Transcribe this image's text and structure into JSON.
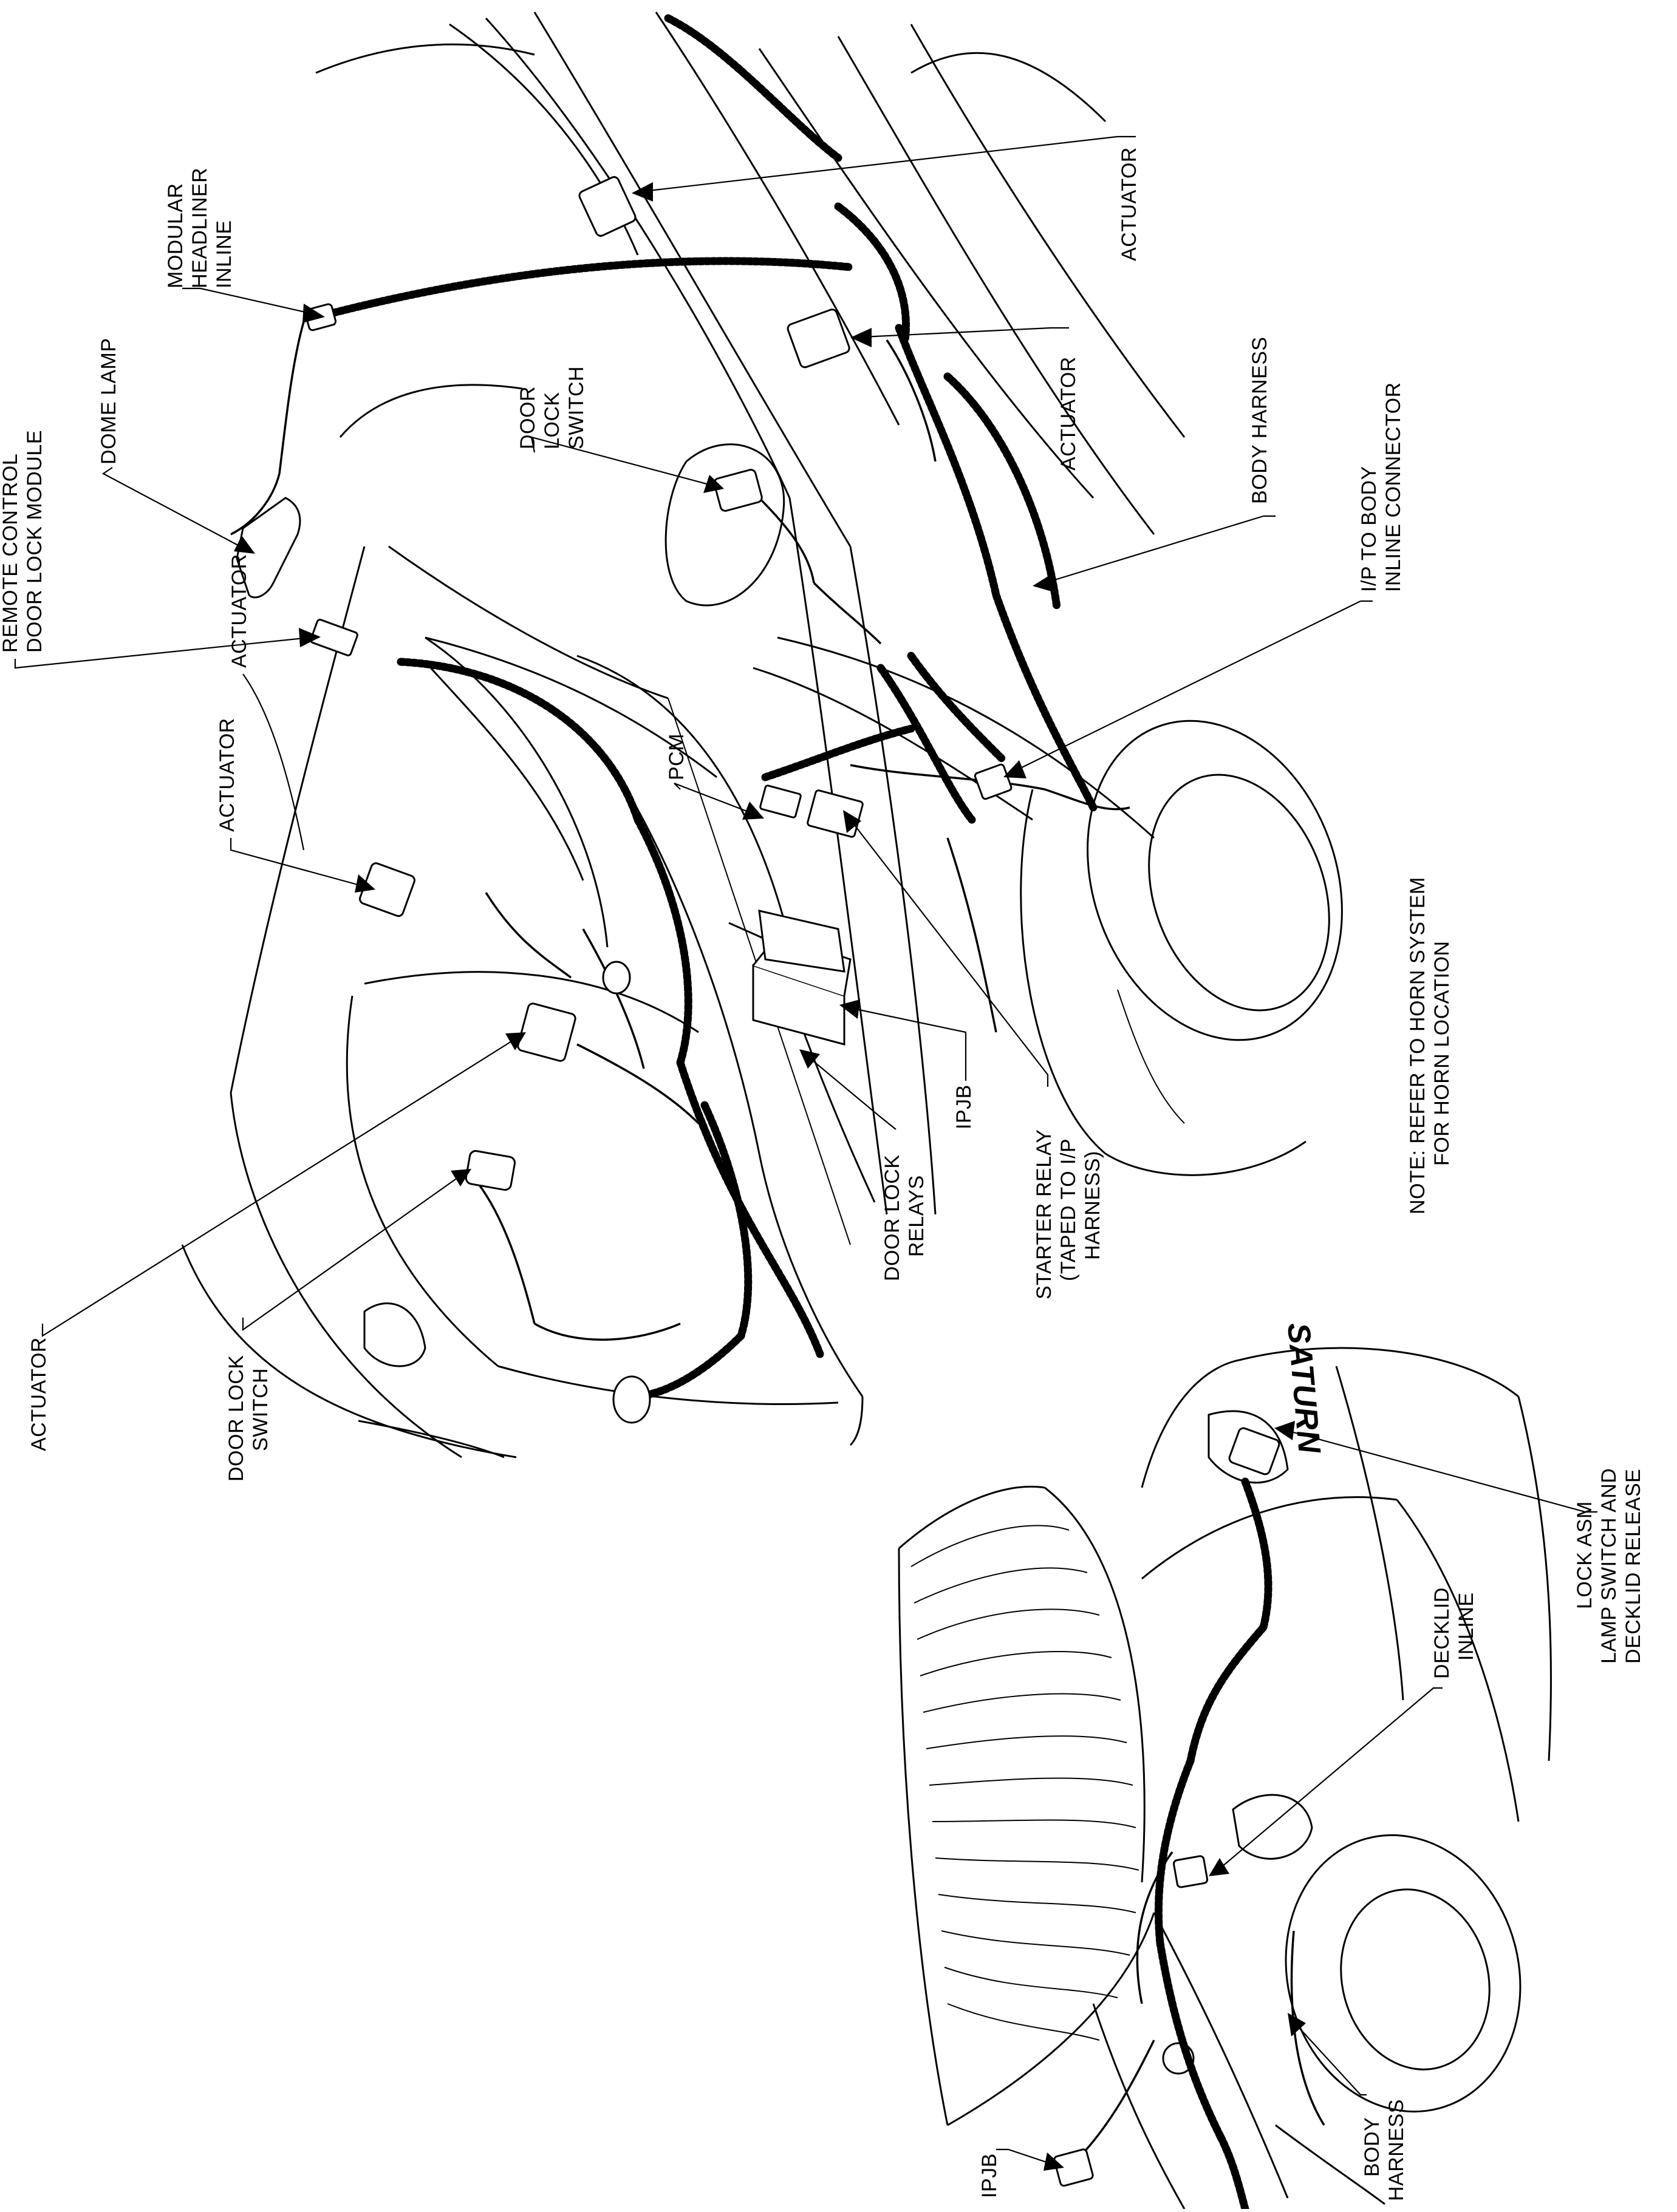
{
  "labels": {
    "actuator_front_right": "ACTUATOR",
    "modular_headliner_1": "MODULAR",
    "modular_headliner_2": "HEADLINER",
    "modular_headliner_3": "INLINE",
    "actuator_right_rear": "ACTUATOR",
    "body_harness": "BODY HARNESS",
    "ip_body_inline_1": "I/P TO BODY",
    "ip_body_inline_2": "INLINE CONNECTOR",
    "door_lock_switch_front_1": "DOOR",
    "door_lock_switch_front_2": "LOCK",
    "door_lock_switch_front_3": "SWITCH",
    "dome_lamp": "DOME LAMP",
    "rcdlm_1": "REMOTE CONTROL",
    "rcdlm_2": "DOOR LOCK MODULE",
    "actuator_left_rear": "ACTUATOR",
    "actuator_left_mid": "ACTUATOR",
    "pcm": "PCM",
    "ipjb": "IPJB",
    "starter_relay_1": "STARTER RELAY",
    "starter_relay_2": "(TAPED TO I/P",
    "starter_relay_3": "HARNESS)",
    "door_lock_relays_1": "DOOR LOCK",
    "door_lock_relays_2": "RELAYS",
    "note_1": "NOTE: REFER TO HORN SYSTEM",
    "note_2": "FOR HORN LOCATION",
    "actuator_left_front": "ACTUATOR",
    "door_lock_switch_left_1": "DOOR LOCK",
    "door_lock_switch_left_2": "SWITCH",
    "lock_asm_1": "LOCK ASM",
    "lock_asm_2": "LAMP SWITCH AND",
    "lock_asm_3": "DECKLID RELEASE",
    "decklid_inline_1": "DECKLID",
    "decklid_inline_2": "INLINE",
    "ipjb_inset": "IPJB",
    "body_harness_inset_1": "BODY",
    "body_harness_inset_2": "HARNESS",
    "brand_script": "SATURN"
  }
}
